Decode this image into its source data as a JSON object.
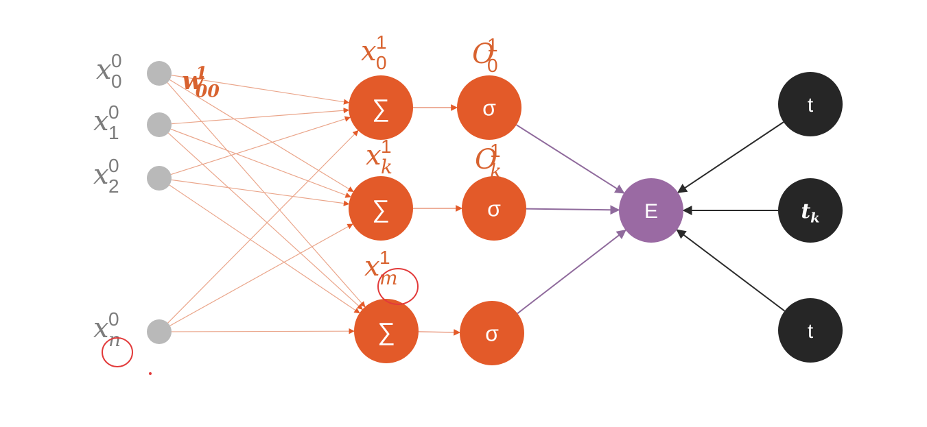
{
  "colors": {
    "background": "#ffffff",
    "input_node": "#b9b9b9",
    "sum_node": "#e35a29",
    "sigma_node": "#e35a29",
    "error_node": "#9a6aa3",
    "target_node": "#262626",
    "input_edge": "#eaa58a",
    "hidden_edge": "#e8957a",
    "error_edge": "#8f6a9c",
    "target_edge": "#2a2a2a",
    "label_gray": "#7c7c7c",
    "label_orange": "#d8622f",
    "annotation_red": "#e23a3a"
  },
  "inputs": [
    {
      "base": "x",
      "sup": "0",
      "sub": "0"
    },
    {
      "base": "x",
      "sup": "0",
      "sub": "1"
    },
    {
      "base": "x",
      "sup": "0",
      "sub": "2"
    },
    {
      "base": "x",
      "sup": "0",
      "sub": "n"
    }
  ],
  "weight_label": {
    "base": "w",
    "sup": "1",
    "sub": "00"
  },
  "sum_nodes": [
    {
      "symbol": "∑",
      "label": {
        "base": "x",
        "sup": "1",
        "sub": "0"
      }
    },
    {
      "symbol": "∑",
      "label": {
        "base": "x",
        "sup": "1",
        "sub": "k"
      }
    },
    {
      "symbol": "∑",
      "label": {
        "base": "x",
        "sup": "1",
        "sub": "m"
      }
    }
  ],
  "sigma_nodes": [
    {
      "symbol": "σ",
      "label": {
        "base": "O",
        "sup": "1",
        "sub": "0"
      }
    },
    {
      "symbol": "σ",
      "label": {
        "base": "O",
        "sup": "1",
        "sub": "k"
      }
    },
    {
      "symbol": "σ",
      "label": null
    }
  ],
  "error_node": {
    "symbol": "E"
  },
  "targets": [
    {
      "base": "t",
      "sub": ""
    },
    {
      "base": "t",
      "sub": "k"
    },
    {
      "base": "t",
      "sub": ""
    }
  ]
}
